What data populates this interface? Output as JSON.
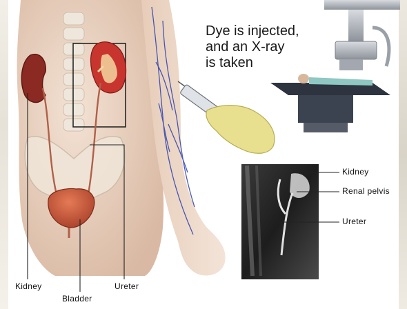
{
  "headline": {
    "line1": "Dye is injected,",
    "line2": "and an X-ray",
    "line3": "is taken"
  },
  "body_labels": {
    "kidney": "Kidney",
    "bladder": "Bladder",
    "ureter": "Ureter"
  },
  "xray_labels": {
    "kidney": "Kidney",
    "renal_pelvis": "Renal pelvis",
    "ureter": "Ureter"
  },
  "colors": {
    "skin": "#e9d2c0",
    "kidney": "#8b2a22",
    "bladder": "#c75a3c",
    "vein": "#2c3fae",
    "glove": "#e8e08e",
    "xray_bg": "#2a2a2a",
    "leader_line": "#222222"
  },
  "icons": [
    "syringe-icon",
    "xray-machine-icon",
    "patient-table-icon"
  ]
}
